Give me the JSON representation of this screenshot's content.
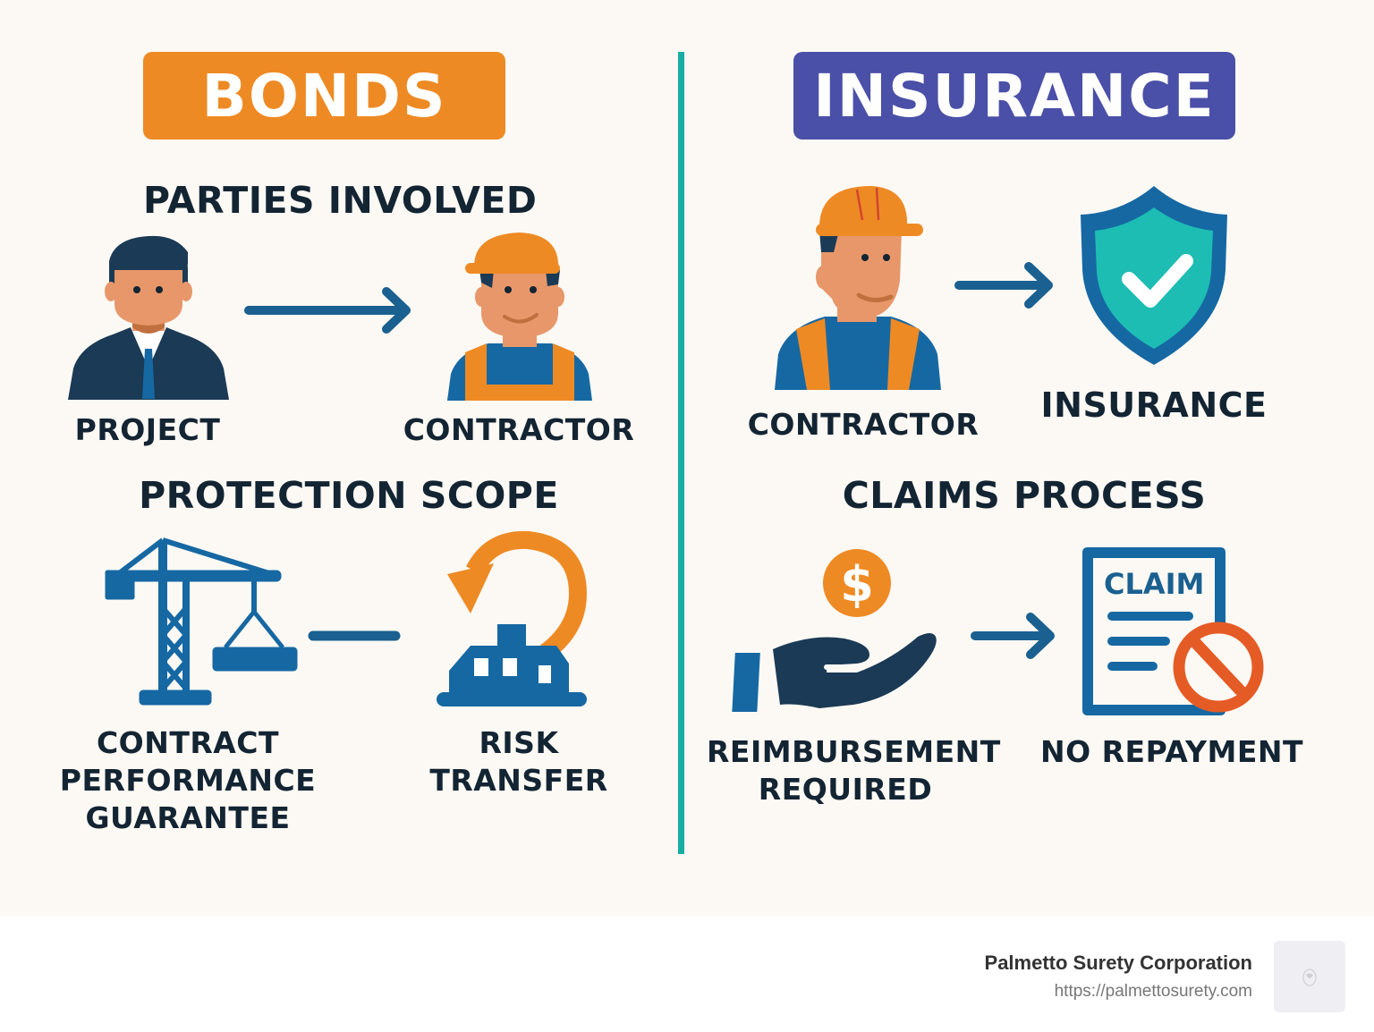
{
  "bonds": {
    "title": "BONDS",
    "color": "#ee8a24",
    "parties": {
      "heading": "PARTIES INVOLVED",
      "left_label": "PROJECT",
      "right_label": "CONTRACTOR",
      "left_icon": "businessman-icon",
      "right_icon": "construction-worker-icon",
      "connector": "arrow-right-icon"
    },
    "scope": {
      "heading": "PROTECTION SCOPE",
      "left_label_lines": [
        "CONTRACT",
        "PERFORMANCE",
        "GUARANTEE"
      ],
      "right_label_lines": [
        "RISK",
        "TRANSFER"
      ],
      "left_icon": "crane-icon",
      "right_icon": "house-return-arrow-icon",
      "connector": "dash-line"
    }
  },
  "insurance": {
    "title": "INSURANCE",
    "color": "#4a4fa7",
    "parties": {
      "left_label": "CONTRACTOR",
      "right_label": "INSURANCE",
      "left_icon": "construction-worker-icon",
      "right_icon": "shield-check-icon",
      "connector": "arrow-right-icon"
    },
    "claims": {
      "heading": "CLAIMS PROCESS",
      "left_label_lines": [
        "REIMBURSEMENT",
        "REQUIRED"
      ],
      "right_label": "NO REPAYMENT",
      "document_text": "CLAIM",
      "coin_symbol": "$",
      "left_icon": "hand-coin-icon",
      "right_icon": "claim-document-prohibited-icon",
      "connector": "arrow-right-icon"
    }
  },
  "divider_color": "#17ada3",
  "footer": {
    "company": "Palmetto Surety Corporation",
    "url": "https://palmettosurety.com",
    "logo_icon": "bear-logo-icon"
  }
}
